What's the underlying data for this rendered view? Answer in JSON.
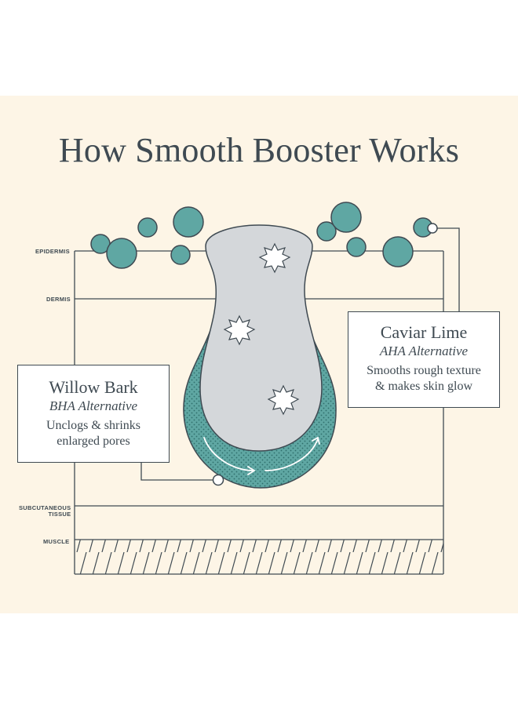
{
  "title": "How Smooth Booster Works",
  "layers": {
    "epidermis": "EPIDERMIS",
    "dermis": "DERMIS",
    "subcutaneous": "SUBCUTANEOUS\nTISSUE",
    "muscle": "MUSCLE"
  },
  "callouts": {
    "willow": {
      "name": "Willow Bark",
      "type": "BHA Alternative",
      "description_line1": "Unclogs & shrinks",
      "description_line2": "enlarged pores"
    },
    "caviar": {
      "name": "Caviar Lime",
      "type": "AHA Alternative",
      "description_line1": "Smooths rough texture",
      "description_line2": "& makes skin glow"
    }
  },
  "colors": {
    "background": "#fdf5e6",
    "ink": "#3f4a52",
    "teal": "#5fa7a3",
    "pore_gray": "#d4d7da"
  },
  "icons": [
    "bubble-icon",
    "starburst-icon",
    "curved-arrow-icon"
  ]
}
